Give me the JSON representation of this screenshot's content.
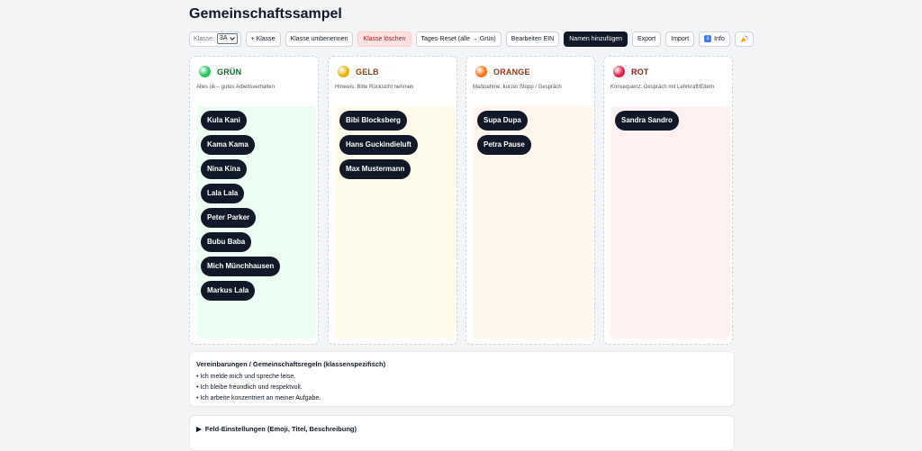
{
  "header": {
    "title": "Gemeinschaftssampel"
  },
  "toolbar": {
    "class_label": "Klasse:",
    "class_value": "3A",
    "add_class": "+ Klasse",
    "rename_class": "Klasse umbenennen",
    "delete_class": "Klasse löschen",
    "reset_day": "Tages-Reset (alle → Grün)",
    "edit_mode": "Bearbeiten EIN",
    "add_names": "Namen hinzufügen",
    "export": "Export",
    "import": "Import",
    "info": "Info",
    "extra_icon": "party-popper-icon"
  },
  "columns": [
    {
      "name": "GRÜN",
      "desc": "Alles ok – gutes Arbeitsverhalten",
      "dot_color": "#22c55e",
      "name_color": "#166534",
      "zone_color": "#ecfdf3",
      "students": [
        "Kula Kani",
        "Kama Kama",
        "Nina Kina",
        "Lala Lala",
        "Peter Parker",
        "Bubu Baba",
        "Mich Münchhausen",
        "Markus Lala"
      ]
    },
    {
      "name": "GELB",
      "desc": "Hinweis: Bitte Rücksicht nehmen",
      "dot_color": "#eab308",
      "name_color": "#92400e",
      "zone_color": "#fffbeb",
      "students": [
        "Bibi Blocksberg",
        "Hans Guckindieluft",
        "Max Mustermann"
      ]
    },
    {
      "name": "ORANGE",
      "desc": "Maßnahme: kurzer Stopp / Gespräch",
      "dot_color": "#f97316",
      "name_color": "#9a3412",
      "zone_color": "#fff7ed",
      "students": [
        "Supa Dupa",
        "Petra Pause"
      ]
    },
    {
      "name": "ROT",
      "desc": "Konsequenz: Gespräch mit Lehrkraft/Eltern",
      "dot_color": "#e11d48",
      "name_color": "#991b1b",
      "zone_color": "#fff1f1",
      "students": [
        "Sandra Sandro"
      ]
    }
  ],
  "rules": {
    "title": "Vereinbarungen / Gemeinschaftsregeln (klassenspezifisch)",
    "items": [
      "• Ich melde mich und spreche leise.",
      "• Ich bleibe freundlich und respektvoll.",
      "• Ich arbeite konzentriert an meiner Aufgabe."
    ]
  },
  "settings": {
    "title": "Feld-Einstellungen (Emoji, Titel, Beschreibung)",
    "marker": "▶"
  }
}
